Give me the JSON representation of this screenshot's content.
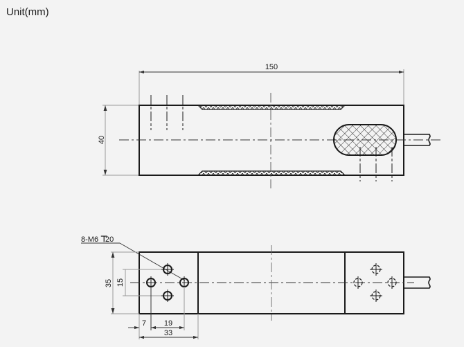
{
  "header": {
    "unit_label": "Unit(mm)"
  },
  "top_view": {
    "length_dim": "150",
    "height_dim": "40"
  },
  "bottom_view": {
    "thread_callout": "8-M6",
    "thread_depth_symbol": "depth-symbol",
    "thread_depth": "20",
    "dim_35": "35",
    "dim_15": "15",
    "dim_7": "7",
    "dim_19": "19",
    "dim_33": "33"
  },
  "colors": {
    "background": "#f3f3f3",
    "outline": "#1a1a1a",
    "dimension_line": "#9a9a9a"
  }
}
